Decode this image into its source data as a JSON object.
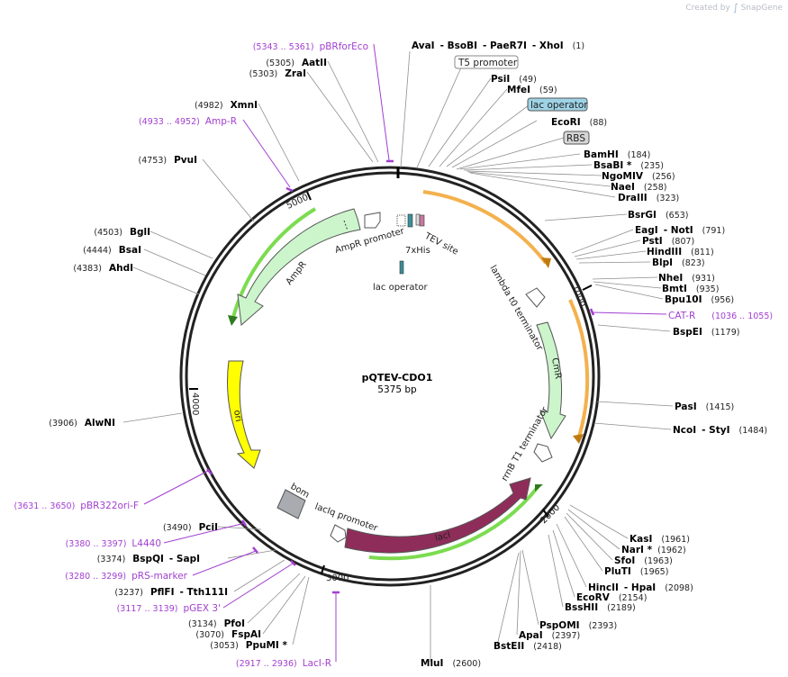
{
  "watermark": {
    "text": "Created by",
    "brand": "SnapGene"
  },
  "plasmid": {
    "name": "pQTEV-CDO1",
    "length": "5375 bp"
  },
  "ticks": [
    "1000",
    "2000",
    "3000",
    "4000",
    "5000"
  ],
  "colors": {
    "primer": "#a23fd1",
    "ampr": "#ccf5cc",
    "ori": "#ffff00",
    "laci": "#8f2d5a",
    "cmr": "#ccf5cc",
    "orf": "#f2a93b",
    "orf_green": "#7bdc4f",
    "lac_operator_box": "#9ed3e6",
    "rbs_box": "#d5d5d5"
  },
  "sites": {
    "aval": "AvaI",
    "bsobi": "- BsoBI",
    "paer7i": "- PaeR7I",
    "xhoi": "- XhoI",
    "aval_pos": "(1)",
    "psii": "PsiI",
    "psii_pos": "(49)",
    "mfei": "MfeI",
    "mfei_pos": "(59)",
    "ecori": "EcoRI",
    "ecori_pos": "(88)",
    "bamhi": "BamHI",
    "bamhi_pos": "(184)",
    "bsabi": "BsaBI *",
    "bsabi_pos": "(235)",
    "ngomiv": "NgoMIV",
    "ngomiv_pos": "(256)",
    "naei": "NaeI",
    "naei_pos": "(258)",
    "draiii": "DraIII",
    "draiii_pos": "(323)",
    "bsrgi": "BsrGI",
    "bsrgi_pos": "(653)",
    "eagi": "EagI",
    "noti": "- NotI",
    "eagi_pos": "(791)",
    "psti": "PstI",
    "psti_pos": "(807)",
    "hindiii": "HindIII",
    "hindiii_pos": "(811)",
    "blpi": "BlpI",
    "blpi_pos": "(823)",
    "nhei": "NheI",
    "nhei_pos": "(931)",
    "bmti": "BmtI",
    "bmti_pos": "(935)",
    "bpu10i": "Bpu10I",
    "bpu10i_pos": "(956)",
    "bspei": "BspEI",
    "bspei_pos": "(1179)",
    "pasi": "PasI",
    "pasi_pos": "(1415)",
    "ncoi": "NcoI",
    "styi": "- StyI",
    "ncoi_pos": "(1484)",
    "kasi": "KasI",
    "kasi_pos": "(1961)",
    "nari": "NarI *",
    "nari_pos": "(1962)",
    "sfoi": "SfoI",
    "sfoi_pos": "(1963)",
    "pluti": "PluTI",
    "pluti_pos": "(1965)",
    "hincii": "HincII",
    "hpai": "- HpaI",
    "hincii_pos": "(2098)",
    "ecorv": "EcoRV",
    "ecorv_pos": "(2154)",
    "bsshii": "BssHII",
    "bsshii_pos": "(2189)",
    "pspomi": "PspOMI",
    "pspomi_pos": "(2393)",
    "apai": "ApaI",
    "apai_pos": "(2397)",
    "bsteii": "BstEII",
    "bsteii_pos": "(2418)",
    "mlui": "MluI",
    "mlui_pos": "(2600)",
    "ppumi": "PpuMI *",
    "ppumi_pos": "(3053)",
    "fspai": "FspAI",
    "fspai_pos": "(3070)",
    "pfoi": "PfoI",
    "pfoi_pos": "(3134)",
    "pflfi": "PflFI",
    "tth111i": "- Tth111I",
    "pflfi_pos": "(3237)",
    "bspqi": "BspQI",
    "sapi": "- SapI",
    "bspqi_pos": "(3374)",
    "pcii": "PciI",
    "pcii_pos": "(3490)",
    "alwni": "AlwNI",
    "alwni_pos": "(3906)",
    "ahdi": "AhdI",
    "ahdi_pos": "(4383)",
    "bsai": "BsaI",
    "bsai_pos": "(4444)",
    "bgli": "BglI",
    "bgli_pos": "(4503)",
    "pvui": "PvuI",
    "pvui_pos": "(4753)",
    "xmni": "XmnI",
    "xmni_pos": "(4982)",
    "zrai": "ZraI",
    "zrai_pos": "(5303)",
    "aatii": "AatII",
    "aatii_pos": "(5305)"
  },
  "primers": {
    "pbrforeco_pos": "(5343 .. 5361)",
    "pbrforeco": "pBRforEco",
    "ampr_pos": "(4933 .. 4952)",
    "ampr": "Amp-R",
    "catr": "CAT-R",
    "catr_pos": "(1036 .. 1055)",
    "pbr322ori_pos": "(3631 .. 3650)",
    "pbr322ori": "pBR322ori-F",
    "l4440_pos": "(3380 .. 3397)",
    "l4440": "L4440",
    "prsmarker_pos": "(3280 .. 3299)",
    "prsmarker": "pRS-marker",
    "pgex3_pos": "(3117 .. 3139)",
    "pgex3": "pGEX 3'",
    "lacir_pos": "(2917 .. 2936)",
    "lacir": "LacI-R"
  },
  "outer_features": {
    "t5_promoter": "T5 promoter",
    "lac_operator": "lac operator",
    "rbs": "RBS"
  },
  "inner_features": {
    "ampr_promoter": "AmpR promoter",
    "his7": "7xHis",
    "tev_site": "TEV site",
    "lac_operator": "lac operator",
    "ampr": "AmpR",
    "lambda_t0": "lambda t0 terminator",
    "cmr": "CmR",
    "rrnb_t1": "rrnB T1 terminator",
    "ori": "ori",
    "bom": "bom",
    "laciq_promoter": "lacIq promoter",
    "laci": "lacI"
  }
}
